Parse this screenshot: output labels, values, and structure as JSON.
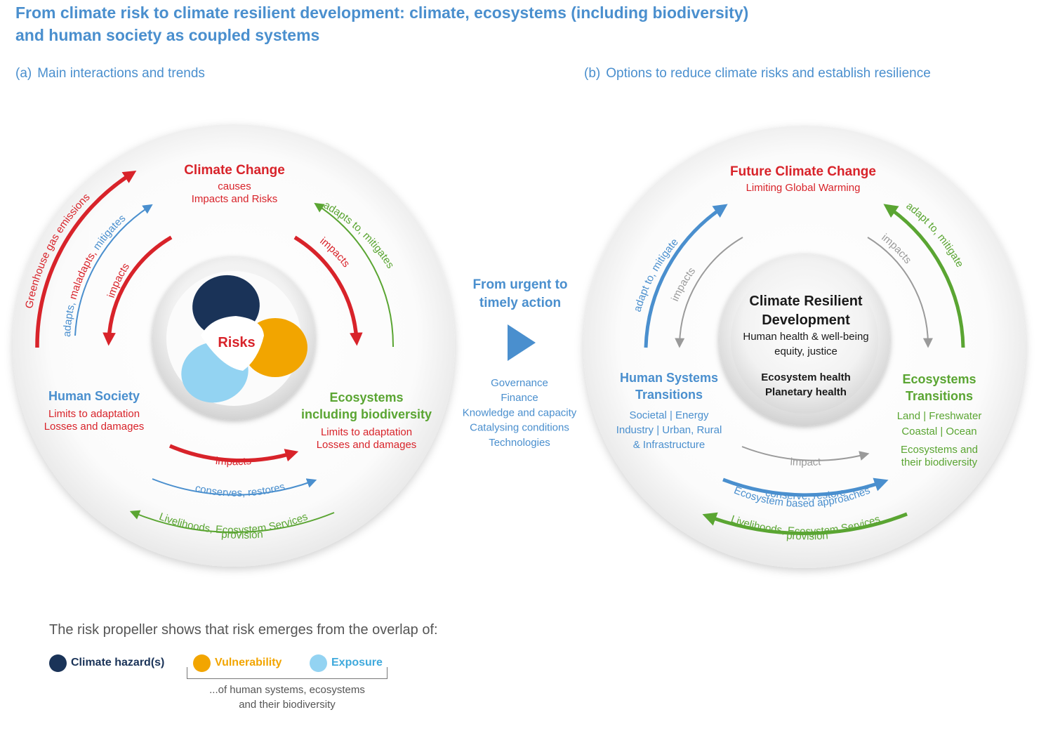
{
  "title": {
    "line1": "From climate risk to climate resilient development: climate, ecosystems (including biodiversity)",
    "line2": "and human society as coupled systems"
  },
  "colors": {
    "title_blue": "#4a8fce",
    "red": "#d8232a",
    "green": "#5aa532",
    "blue": "#4a8fce",
    "gray": "#9a9a9a",
    "navy": "#1a3358",
    "orange": "#f2a500",
    "light_blue": "#93d3f2"
  },
  "panel_a": {
    "label": "(a)",
    "title": "Main interactions and trends",
    "climate": {
      "title": "Climate Change",
      "line1": "causes",
      "line2": "Impacts and Risks"
    },
    "human": {
      "title": "Human Society",
      "line1": "Limits to adaptation",
      "line2": "Losses and damages"
    },
    "eco": {
      "title1": "Ecosystems",
      "title2": "including biodiversity",
      "line1": "Limits to adaptation",
      "line2": "Losses and damages"
    },
    "center_label": "Risks",
    "arrows": {
      "ghg": "Greenhouse gas emissions",
      "adapts_prefix": "adapts, ",
      "maladapts": "maladapts, ",
      "mitigates": "mitigates",
      "impacts_left": "impacts",
      "impacts_right": "impacts",
      "eco_adapts": "adapts to, mitigates",
      "impacts_bottom": "impacts",
      "conserves": "conserves, restores",
      "provision": "provision",
      "livelihoods": "Livelihoods, Ecosystem Services"
    }
  },
  "middle": {
    "heading1": "From urgent to",
    "heading2": "timely action",
    "items": [
      "Governance",
      "Finance",
      "Knowledge and capacity",
      "Catalysing conditions",
      "Technologies"
    ]
  },
  "panel_b": {
    "label": "(b)",
    "title": "Options to reduce climate risks and establish resilience",
    "climate": {
      "title": "Future Climate Change",
      "line1": "Limiting Global Warming"
    },
    "center": {
      "title1": "Climate Resilient",
      "title2": "Development",
      "line1": "Human health & well-being",
      "line2": "equity, justice",
      "bold1": "Ecosystem health",
      "bold2": "Planetary health"
    },
    "human": {
      "title1": "Human Systems",
      "title2": "Transitions",
      "line1": "Societal | Energy",
      "line2": "Industry | Urban, Rural",
      "line3": "& Infrastructure"
    },
    "eco": {
      "title1": "Ecosystems",
      "title2": "Transitions",
      "line1": "Land | Freshwater",
      "line2": "Coastal | Ocean",
      "line3": "Ecosystems and",
      "line4": "their biodiversity"
    },
    "arrows": {
      "adapt_left": "adapt to, mitigate",
      "impacts_left": "impacts",
      "impacts_right": "impacts",
      "adapt_right": "adapt to, mitigate",
      "impact_bottom": "impact",
      "conserve": "conserve, restore",
      "eba": "Ecosystem based approaches",
      "provision": "provision",
      "livelihoods": "Livelihoods, Ecosystem Services"
    }
  },
  "key": {
    "caption": "The risk propeller shows that risk emerges from the overlap of:",
    "hazard": "Climate hazard(s)",
    "vulnerability": "Vulnerability",
    "exposure": "Exposure",
    "note1": "...of human systems, ecosystems",
    "note2": "and their biodiversity"
  }
}
